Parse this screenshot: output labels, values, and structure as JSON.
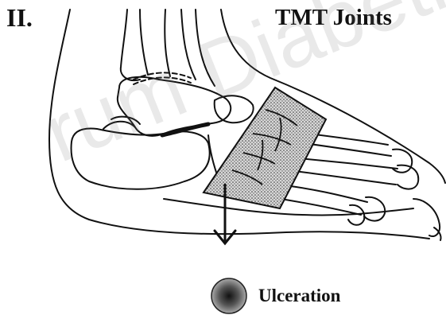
{
  "figure": {
    "section_numeral": "II.",
    "title": "TMT Joints",
    "ulcer_label": "Ulceration",
    "watermark": "rum Diabetiso"
  }
}
